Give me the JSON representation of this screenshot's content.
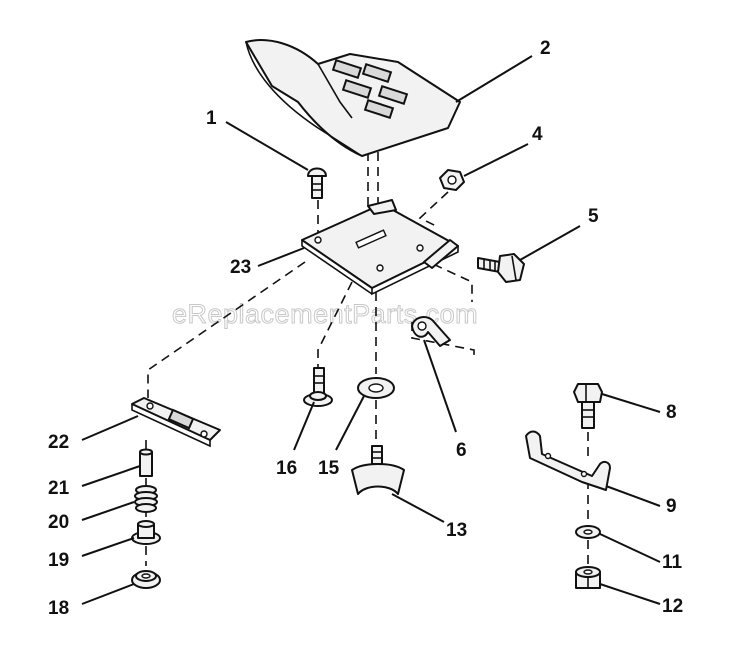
{
  "watermark": "eReplacementParts.com",
  "callouts": {
    "c1": "1",
    "c2": "2",
    "c4": "4",
    "c5": "5",
    "c6": "6",
    "c8": "8",
    "c9": "9",
    "c11": "11",
    "c12": "12",
    "c13": "13",
    "c15": "15",
    "c16": "16",
    "c18": "18",
    "c19": "19",
    "c20": "20",
    "c21": "21",
    "c22": "22",
    "c23": "23"
  }
}
